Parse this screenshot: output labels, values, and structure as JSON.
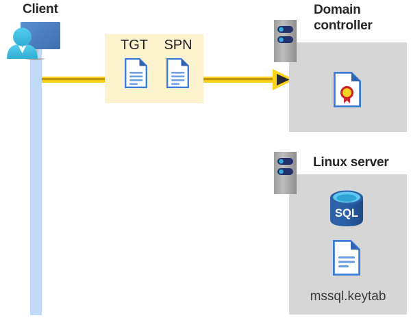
{
  "diagram": {
    "title_hidden": "Kerberos authentication flow: Client to Domain controller and Linux server",
    "colors": {
      "highlight_box": "#fcf2cd",
      "arrow_yellow": "#ffd21a",
      "arrow_core": "#9c7c06",
      "arrowhead_fill": "#262b38",
      "panel_gray": "#d6d6d6",
      "server_gray": "#a7a7a7",
      "server_pill_navy": "#23306b",
      "server_dot_cyan": "#36a9e1",
      "lifeline_blue": "#bfd9f7",
      "document_blue": "#3b7dd8",
      "sql_blue": "#2b579a",
      "sql_top_cyan": "#5fc9ee",
      "seal_red": "#cc2229",
      "seal_gold": "#f9d423",
      "person_cyan": "#45c3e8",
      "monitor_blue": "#4a7ebb",
      "text_dark": "#262626"
    }
  },
  "client": {
    "label": "Client",
    "icon_name": "client-user-computer-icon",
    "lifeline_name": "client-lifeline"
  },
  "message": {
    "items": [
      {
        "label": "TGT",
        "icon_name": "document-icon"
      },
      {
        "label": "SPN",
        "icon_name": "document-icon"
      }
    ],
    "arrow_direction": "right",
    "arrow_name": "flow-arrow-client-to-domain-controller"
  },
  "domain_controller": {
    "label": "Domain\ncontroller",
    "server_icon_name": "server-rack-icon",
    "contents": [
      {
        "icon_name": "certificate-document-icon",
        "caption": ""
      }
    ]
  },
  "linux_server": {
    "label": "Linux server",
    "server_icon_name": "server-rack-icon",
    "contents": [
      {
        "icon_name": "sql-database-icon",
        "caption": "SQL"
      },
      {
        "icon_name": "keytab-document-icon",
        "caption": "mssql.keytab"
      }
    ],
    "sql_badge": "SQL",
    "keytab_filename": "mssql.keytab"
  }
}
